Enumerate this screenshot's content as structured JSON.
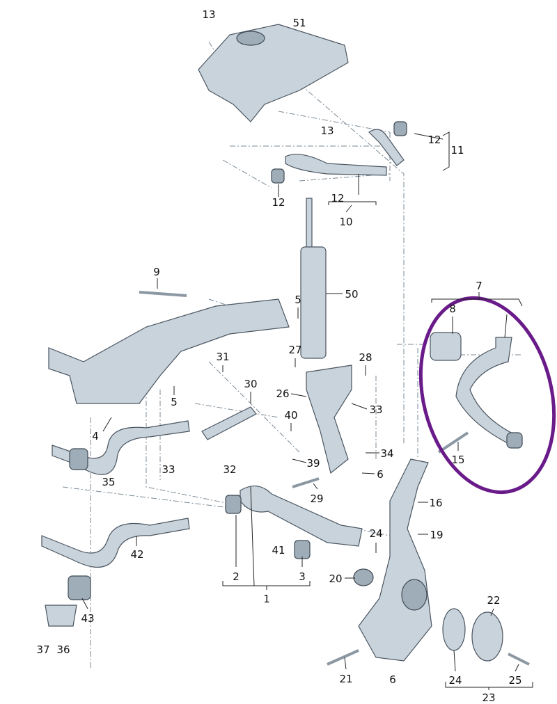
{
  "diagram": {
    "title": "Front axle suspension exploded view",
    "highlight_color": "#6a1b8a",
    "part_color": "#c9d3dc",
    "labels": [
      "13",
      "51",
      "13",
      "12",
      "11",
      "12",
      "12",
      "10",
      "9",
      "50",
      "5",
      "7",
      "8",
      "27",
      "28",
      "31",
      "30",
      "26",
      "33",
      "5",
      "4",
      "40",
      "15",
      "34",
      "39",
      "6",
      "33",
      "32",
      "35",
      "29",
      "16",
      "24",
      "19",
      "42",
      "41",
      "2",
      "3",
      "20",
      "1",
      "22",
      "43",
      "37",
      "36",
      "21",
      "6",
      "24",
      "25",
      "23"
    ]
  }
}
